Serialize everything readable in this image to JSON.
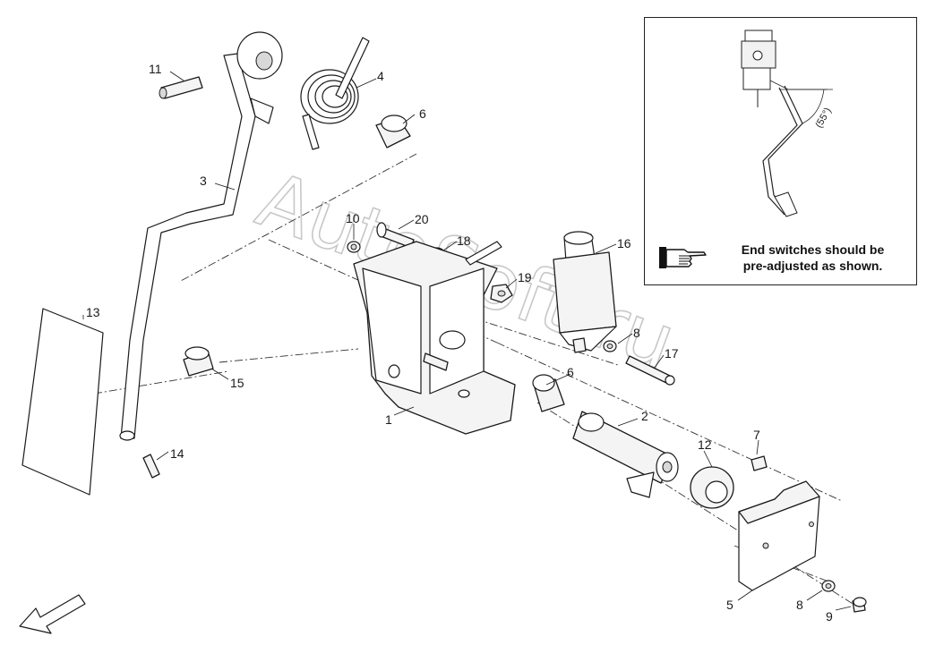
{
  "watermark": "AutoSoft.ru",
  "inset": {
    "note_line1": "End switches should be",
    "note_line2": "pre-adjusted as shown.",
    "angle_label": "(55°)"
  },
  "callouts": {
    "p1": "1",
    "p2": "2",
    "p3": "3",
    "p4": "4",
    "p5": "5",
    "p6a": "6",
    "p6b": "6",
    "p7": "7",
    "p8a": "8",
    "p8b": "8",
    "p9": "9",
    "p10": "10",
    "p11": "11",
    "p12": "12",
    "p13": "13",
    "p14": "14",
    "p15": "15",
    "p16": "16",
    "p17": "17",
    "p18": "18",
    "p19": "19",
    "p20": "20"
  },
  "icons": {
    "hand": "pointing-hand-icon",
    "arrow": "direction-arrow-icon"
  }
}
